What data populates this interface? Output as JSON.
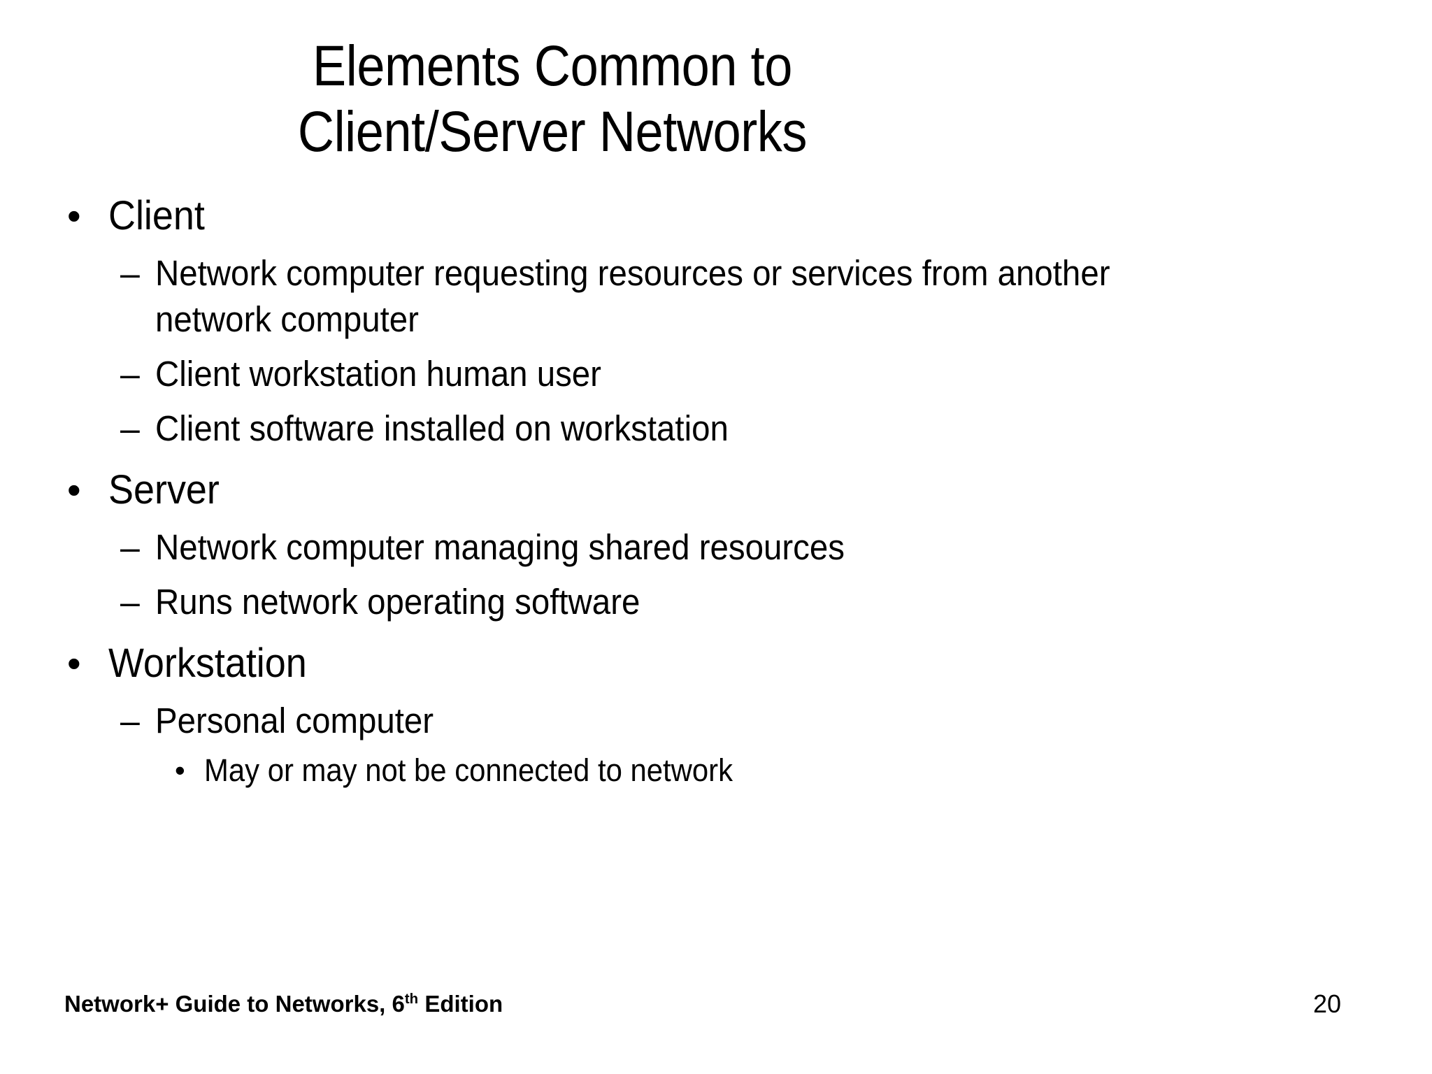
{
  "slide": {
    "background_color": "#ffffff",
    "text_color": "#000000",
    "title": {
      "line1": "Elements Common to",
      "line2": "Client/Server Networks"
    },
    "markers": {
      "level1": "•",
      "level2": "–",
      "level3": "•"
    },
    "outline": [
      {
        "level": 1,
        "text": "Client"
      },
      {
        "level": 2,
        "text": "Network computer requesting resources or services from another network computer"
      },
      {
        "level": 2,
        "text": "Client workstation human user"
      },
      {
        "level": 2,
        "text": "Client software installed on workstation"
      },
      {
        "level": 1,
        "text": "Server"
      },
      {
        "level": 2,
        "text": "Network computer managing shared resources"
      },
      {
        "level": 2,
        "text": "Runs network operating software"
      },
      {
        "level": 1,
        "text": "Workstation"
      },
      {
        "level": 2,
        "text": "Personal computer"
      },
      {
        "level": 3,
        "text": "May or may not be connected to network"
      }
    ],
    "footer": {
      "book_title": "Network+ Guide to Networks, 6",
      "edition_ordinal": "th",
      "edition_word": " Edition",
      "page_number": "20"
    }
  }
}
